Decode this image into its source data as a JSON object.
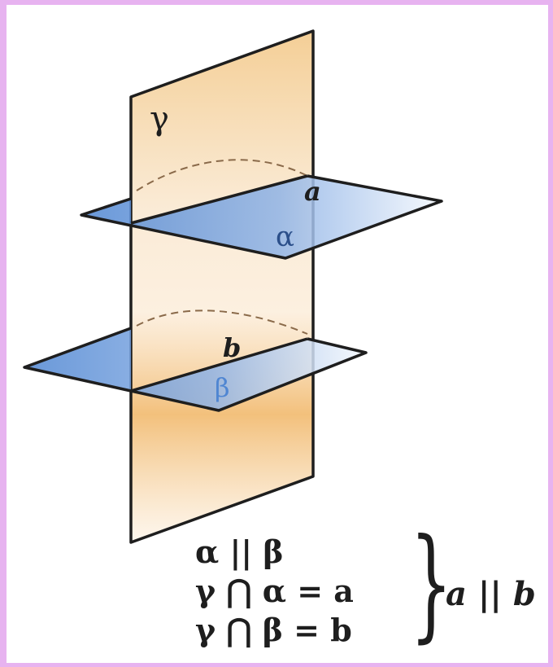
{
  "labels": {
    "plane_gamma": "γ",
    "plane_alpha": "α",
    "plane_beta": "β",
    "line_a": "a",
    "line_b": "b"
  },
  "statements": [
    "α || β",
    "γ ⋂ α = a",
    "γ ⋂ β = b"
  ],
  "conclusion": "a || b",
  "colors": {
    "border": "#e7b3f0",
    "gamma_plane": "#f0b45a",
    "alpha_beta_plane": "#5b90d8",
    "outline": "#1e1e1e",
    "hidden_line": "#8a6a4a"
  }
}
